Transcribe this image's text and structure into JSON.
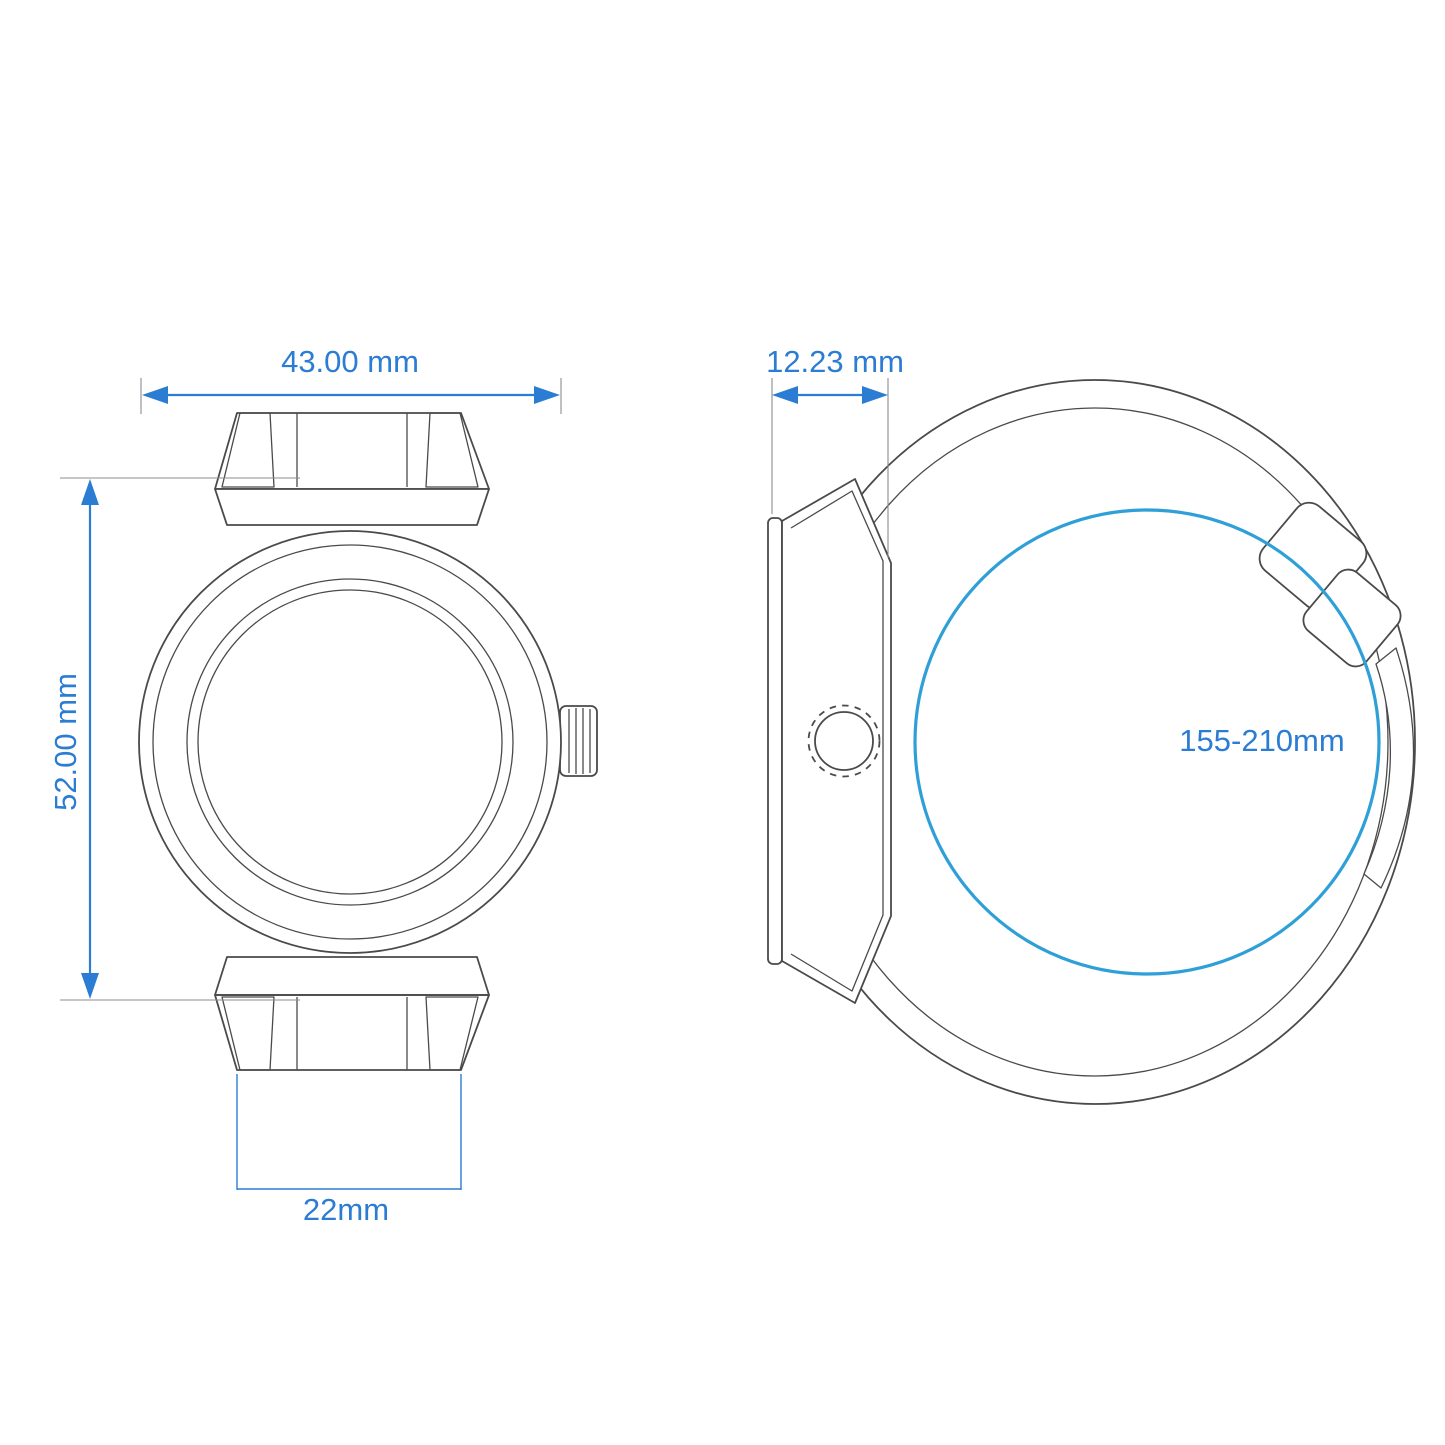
{
  "diagram": {
    "type": "watch-dimension-drawing",
    "front_view": {
      "width_label": "43.00 mm",
      "height_label": "52.00 mm",
      "strap_width_label": "22mm"
    },
    "side_view": {
      "thickness_label": "12.23 mm",
      "band_length_label": "155-210mm"
    }
  },
  "colors": {
    "dimension": "#2b7cd3",
    "band_circle": "#2f9fd8",
    "line": "#4a4a4a",
    "background": "#ffffff"
  }
}
